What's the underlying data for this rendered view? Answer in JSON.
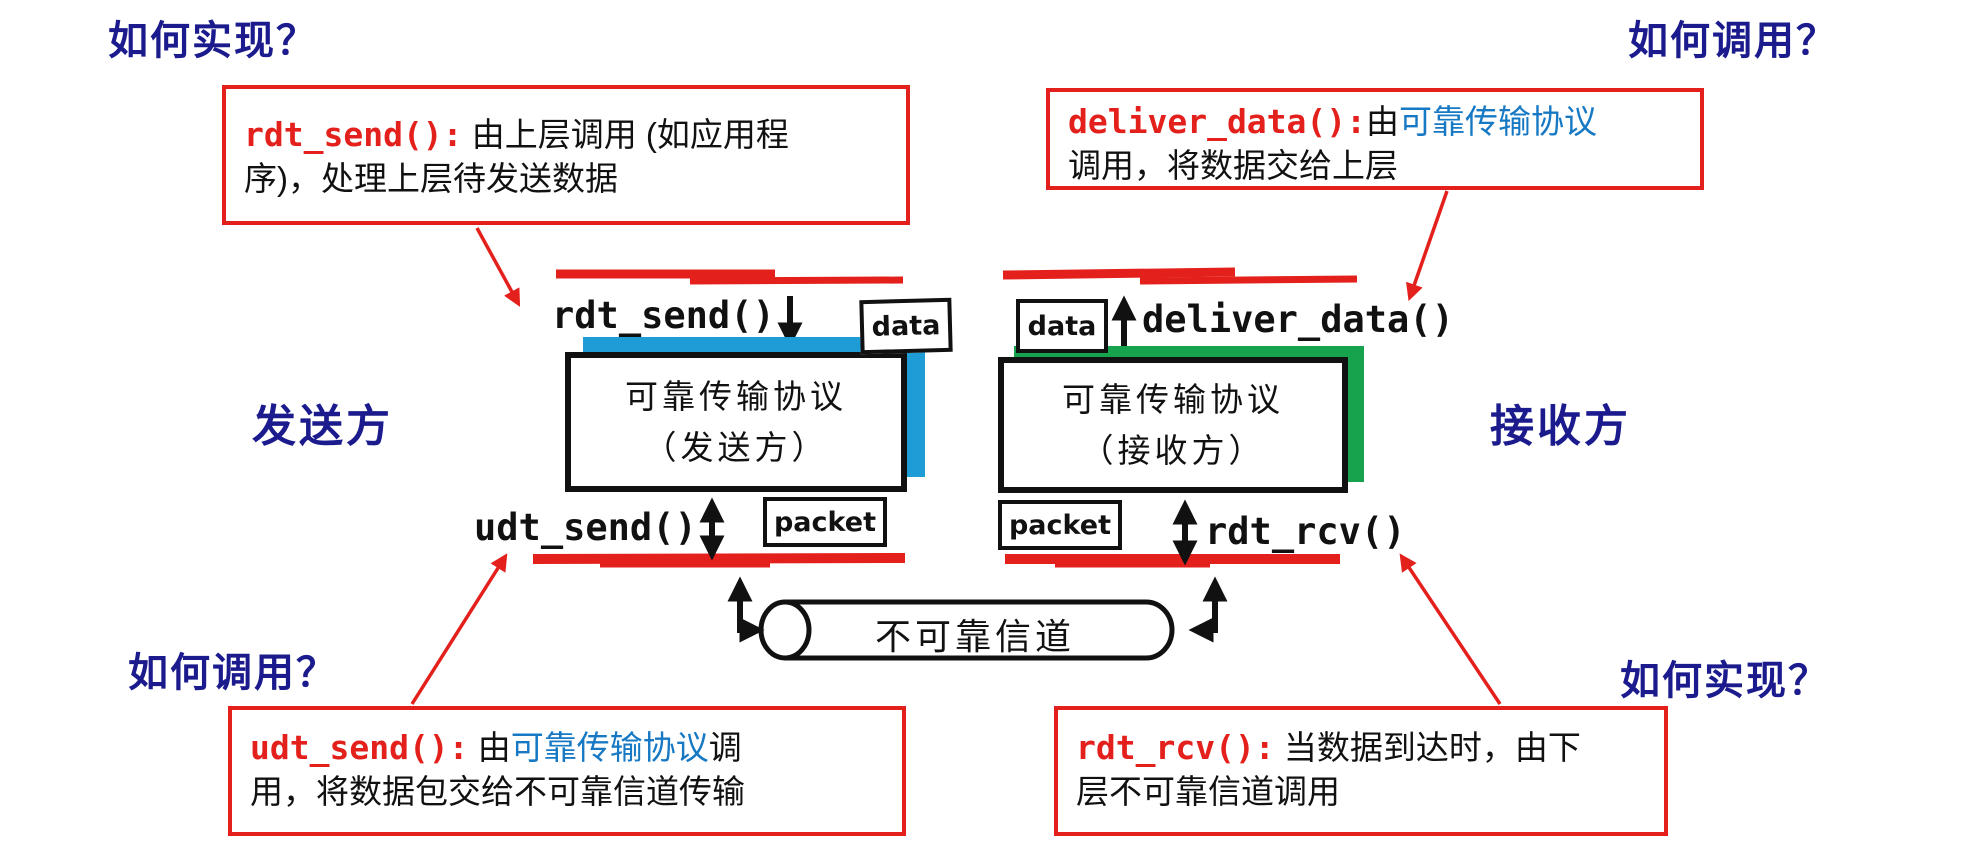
{
  "colors": {
    "navy": "#1b1b8e",
    "red": "#e3201b",
    "blue_text": "#1779c4",
    "blue_shadow": "#1e9cd6",
    "green_shadow": "#17a24e"
  },
  "corner_labels": {
    "top_left": "如何实现？",
    "top_right": "如何调用？",
    "bottom_left": "如何调用？",
    "bottom_right": "如何实现？"
  },
  "side_labels": {
    "sender": "发送方",
    "receiver": "接收方"
  },
  "callouts": {
    "rdt_send": {
      "func": "rdt_send():",
      "text_before": " 由上层调用 (如应用程序)，处理上层待发送数据",
      "text_blue": "",
      "text_after": ""
    },
    "deliver_data": {
      "func": "deliver_data():",
      "text_before": "由",
      "text_blue": "可靠传输协议",
      "text_after": "调用，将数据交给上层"
    },
    "udt_send": {
      "func": "udt_send():",
      "text_before": " 由",
      "text_blue": "可靠传输协议",
      "text_after": "调用，将数据包交给不可靠信道传输"
    },
    "rdt_rcv": {
      "func": "rdt_rcv():",
      "text_before": " 当数据到达时，由下层不可靠信道调用",
      "text_blue": "",
      "text_after": ""
    }
  },
  "diagram": {
    "function_labels": {
      "rdt_send": "rdt_send()",
      "deliver_data": "deliver_data()",
      "udt_send": "udt_send()",
      "rdt_rcv": "rdt_rcv()"
    },
    "message_tags": {
      "data_left": "data",
      "data_right": "data",
      "packet_left": "packet",
      "packet_right": "packet"
    },
    "sender_box": {
      "line1": "可靠传输协议",
      "line2": "（发送方）"
    },
    "receiver_box": {
      "line1": "可靠传输协议",
      "line2": "（接收方）"
    },
    "channel_label": "不可靠信道"
  }
}
